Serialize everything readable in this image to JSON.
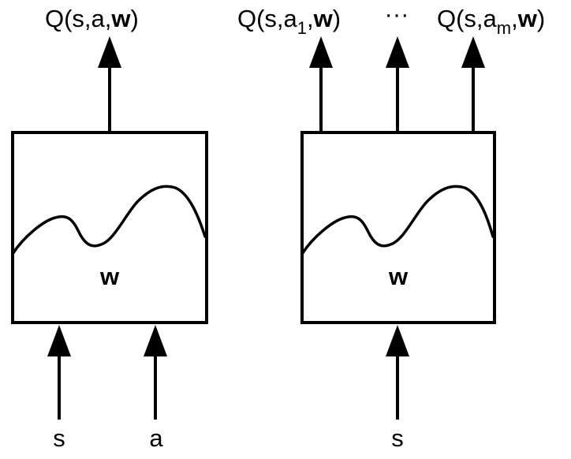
{
  "left_network": {
    "output_label_prefix": "Q(s,a,",
    "output_label_weight": "w",
    "output_label_suffix": ")",
    "weight_label": "w",
    "inputs": [
      "s",
      "a"
    ]
  },
  "right_network": {
    "output_1_prefix": "Q(s,a",
    "output_1_subscript": "1",
    "output_1_sep": ",",
    "output_1_weight": "w",
    "output_1_suffix": ")",
    "ellipsis": "···",
    "output_m_prefix": "Q(s,a",
    "output_m_subscript": "m",
    "output_m_sep": ",",
    "output_m_weight": "w",
    "output_m_suffix": ")",
    "weight_label": "w",
    "inputs": [
      "s"
    ]
  },
  "colors": {
    "stroke": "#000000",
    "background": "#ffffff"
  }
}
